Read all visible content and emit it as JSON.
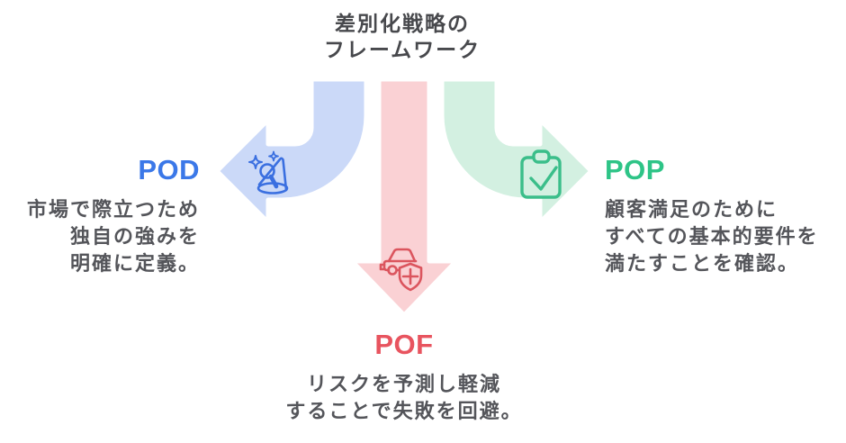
{
  "title": {
    "line1": "差別化戦略の",
    "line2": "フレームワーク"
  },
  "colors": {
    "title_text": "#47484C",
    "body_text": "#54555A",
    "pod_accent": "#3B78E8",
    "pop_accent": "#2EC487",
    "pof_accent": "#E8545F",
    "pod_arrow_fill": "#CBD9F8",
    "pop_arrow_fill": "#D3F0E1",
    "pof_arrow_fill": "#FAD1D4",
    "pod_icon_stroke": "#3A6FE0",
    "pop_icon_stroke": "#3BBE8A",
    "pof_icon_stroke": "#DB555E",
    "arrow_outline": "#FFFFFF"
  },
  "branches": {
    "pod": {
      "label": "POD",
      "icon": "spotlight-mic-icon",
      "desc_lines": [
        "市場で際立つため",
        "独自の強みを",
        "明確に定義。"
      ]
    },
    "pop": {
      "label": "POP",
      "icon": "clipboard-check-icon",
      "desc_lines": [
        "顧客満足のために",
        "すべての基本的要件を",
        "満たすことを確認。"
      ]
    },
    "pof": {
      "label": "POF",
      "icon": "car-shield-icon",
      "desc_lines": [
        "リスクを予測し軽減",
        "することで失敗を回避。"
      ]
    }
  }
}
